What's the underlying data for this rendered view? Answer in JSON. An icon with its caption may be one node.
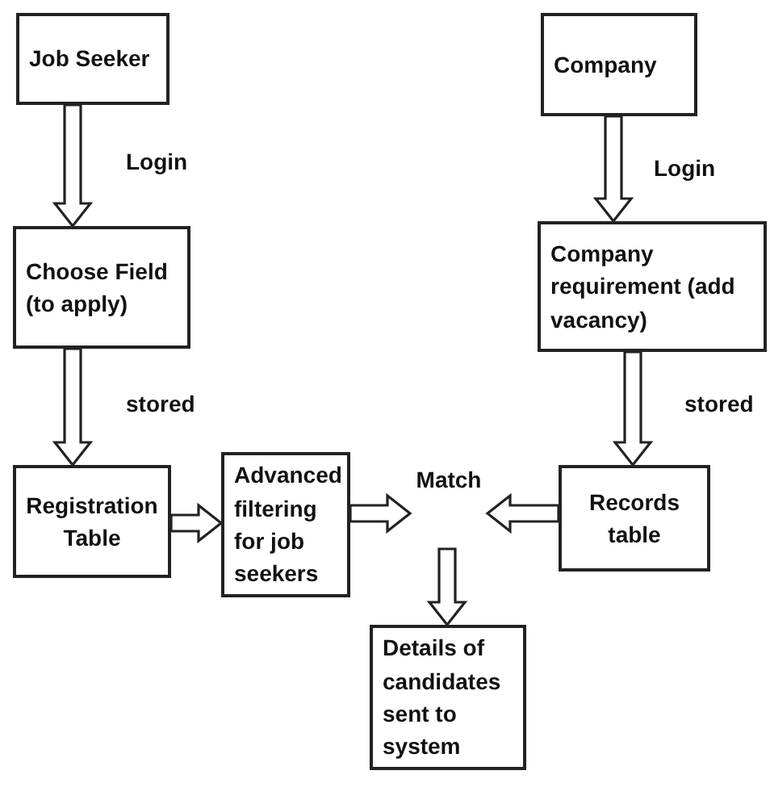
{
  "diagram": {
    "nodes": [
      {
        "text": [
          "Job Seeker"
        ]
      },
      {
        "text": [
          "Company"
        ]
      },
      {
        "text": [
          "Choose Field (to apply)"
        ]
      },
      {
        "text": [
          "Company requirement (add vacancy)"
        ]
      },
      {
        "text": [
          "Registration Table"
        ]
      },
      {
        "text": [
          "Advanced filtering for job seekers"
        ]
      },
      {
        "text": [
          "Match"
        ]
      },
      {
        "text": [
          "Records table"
        ]
      },
      {
        "text": [
          "Details of candidates sent to system"
        ]
      }
    ],
    "edges": [
      {
        "from": 0,
        "to": 2,
        "arrow": "to",
        "label": "Login"
      },
      {
        "from": 1,
        "to": 3,
        "arrow": "to",
        "label": "Login"
      },
      {
        "from": 2,
        "to": 4,
        "arrow": "to",
        "label": "stored"
      },
      {
        "from": 3,
        "to": 7,
        "arrow": "to",
        "label": "stored"
      },
      {
        "from": 4,
        "to": 5,
        "arrow": "to"
      },
      {
        "from": 5,
        "to": 6,
        "arrow": "to"
      },
      {
        "from": 7,
        "to": 6,
        "arrow": "to"
      },
      {
        "from": 6,
        "to": 8,
        "arrow": "to"
      }
    ]
  }
}
